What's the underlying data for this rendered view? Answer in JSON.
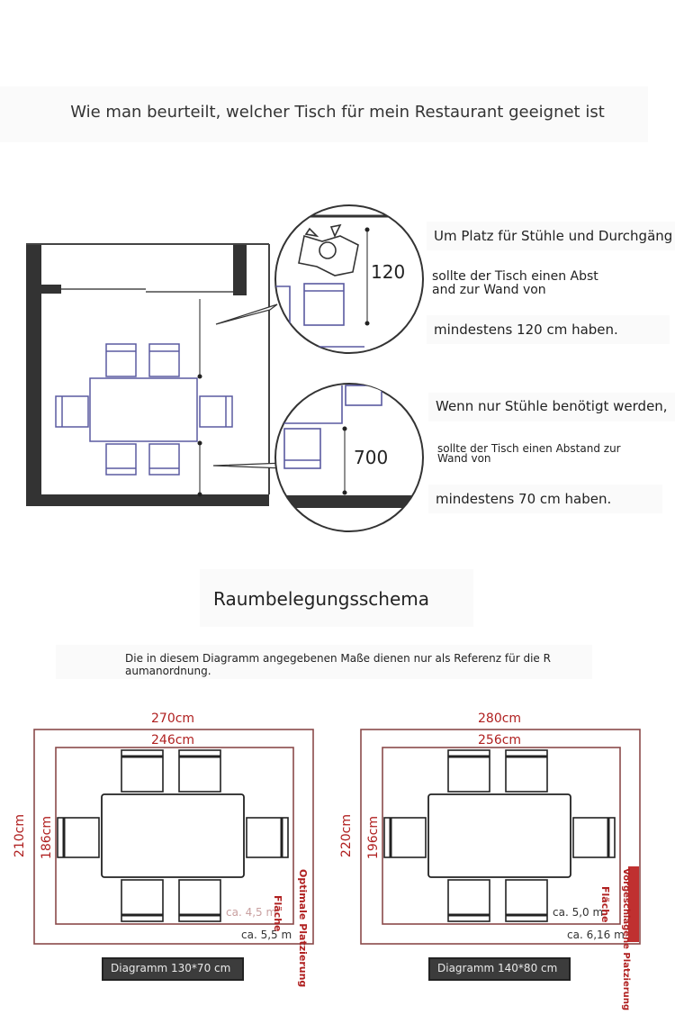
{
  "header": {
    "title": "Wie man beurteilt, welcher Tisch für mein Restaurant geeignet ist"
  },
  "top_diagram": {
    "callout1": {
      "dimension": "120",
      "line1": "Um Platz für Stühle und Durchgäng",
      "line2": "sollte der Tisch einen Abst",
      "line3": "and zur Wand von",
      "line4": "mindestens 120 cm haben."
    },
    "callout2": {
      "dimension": "700",
      "line1": "Wenn nur Stühle benötigt werden,",
      "line2": "sollte der Tisch einen Abstand zur",
      "line3": "Wand von",
      "line4": "mindestens 70 cm haben."
    }
  },
  "schema": {
    "title": "Raumbelegungsschema",
    "note_line1": "Die in diesem Diagramm angegebenen Maße dienen nur als Referenz für die R",
    "note_line2": "aumanordnung."
  },
  "plans": [
    {
      "outer_width": "270cm",
      "inner_width": "246cm",
      "outer_height": "210cm",
      "inner_height": "186cm",
      "inner_area": "ca. 4,5 m",
      "outer_area": "ca. 5,5 m",
      "inner_label": "Fläche",
      "outer_label": "Optimale Platzierung",
      "caption": "Diagramm 130*70 cm"
    },
    {
      "outer_width": "280cm",
      "inner_width": "256cm",
      "outer_height": "220cm",
      "inner_height": "196cm",
      "inner_area": "ca. 5,0 m",
      "outer_area": "ca. 6,16 m",
      "inner_label": "Fläche",
      "outer_label": "Vorgeschlagene Platzierung",
      "caption": "Diagramm 140*80 cm"
    }
  ],
  "colors": {
    "accent_red": "#b02020",
    "room_outline": "#8a4a4a",
    "chair_blue": "#5a5aa0"
  }
}
